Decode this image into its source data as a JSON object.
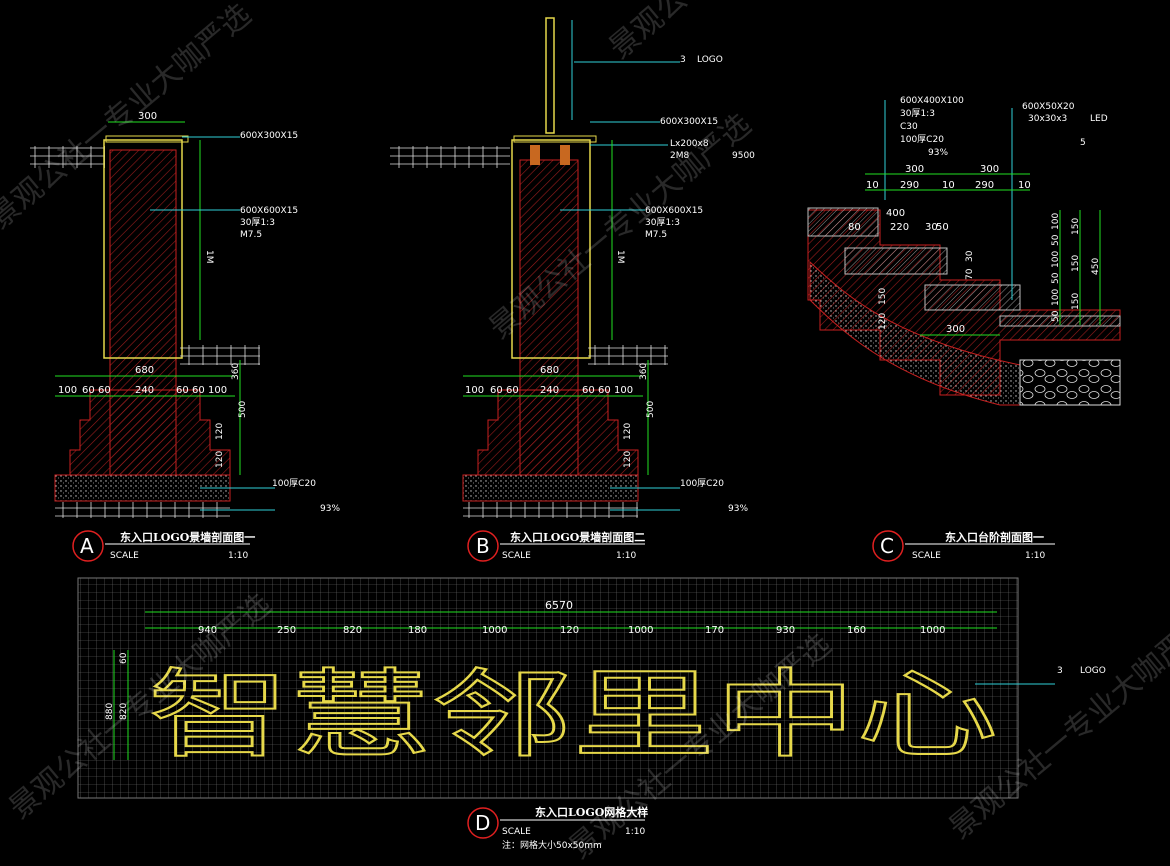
{
  "colors": {
    "background": "#000000",
    "outline_yellow": "#e6d84a",
    "dimension_green": "#22e022",
    "leader_cyan": "#2fd0d8",
    "hatch_red": "#c82020",
    "hatch_white": "#bbbbbb",
    "grid_grey": "#777777",
    "circle_red": "#e02020"
  },
  "section_a": {
    "letter": "A",
    "title": "东入口LOGO景墙剖面图一",
    "scale_label": "SCALE",
    "scale_value": "1:10",
    "top_dim": "300",
    "cap_label": "600X300X15",
    "finish_label_1": "600X600X15",
    "finish_label_2": "30厚1:3",
    "finish_label_3": "M7.5",
    "vertical_dim": "1M",
    "base_width": "680",
    "base_dims": [
      "100",
      "60",
      "60",
      "240",
      "60",
      "60",
      "100"
    ],
    "right_dims": [
      "360",
      "500",
      "120",
      "120"
    ],
    "layer_1": "100厚C20",
    "layer_2": "93%"
  },
  "section_b": {
    "letter": "B",
    "title": "东入口LOGO景墙剖面图二",
    "scale_label": "SCALE",
    "scale_value": "1:10",
    "logo_label": "3",
    "logo_label_2": "LOGO",
    "cap_label": "600X300X15",
    "bolt_label_1": "Lx200x8",
    "bolt_label_2": "2M8",
    "bolt_label_3": "9500",
    "finish_label_1": "600X600X15",
    "finish_label_2": "30厚1:3",
    "finish_label_3": "M7.5",
    "vertical_dim": "1M",
    "base_width": "680",
    "base_dims": [
      "100",
      "60",
      "60",
      "240",
      "60",
      "60",
      "100"
    ],
    "right_dims": [
      "360",
      "500",
      "120",
      "120"
    ],
    "layer_1": "100厚C20",
    "layer_2": "93%"
  },
  "section_c": {
    "letter": "C",
    "title": "东入口台阶剖面图一",
    "scale_label": "SCALE",
    "scale_value": "1:10",
    "notes": [
      "600X400X100",
      "30厚1:3",
      "C30",
      "100厚C20",
      "93%"
    ],
    "right_notes": [
      "600X50X20",
      "30x30x3",
      "LED",
      "5"
    ],
    "top_dims_1": [
      "300",
      "300"
    ],
    "top_dims_2": [
      "10",
      "290",
      "10",
      "290",
      "10"
    ],
    "inner_dims": [
      "400",
      "80",
      "220",
      "30",
      "50"
    ],
    "vert_dims": [
      "100",
      "50",
      "100",
      "50",
      "100",
      "50"
    ],
    "side_dims": [
      "150",
      "150",
      "150",
      "450"
    ],
    "small_dims": [
      "30",
      "70",
      "120",
      "150"
    ],
    "tread": "300"
  },
  "section_d": {
    "letter": "D",
    "title": "东入口LOGO网格大样",
    "scale_label": "SCALE",
    "scale_value": "1:10",
    "note": "注：网格大小50x50mm",
    "total_width": "6570",
    "dims": [
      "940",
      "250",
      "820",
      "180",
      "1000",
      "120",
      "1000",
      "170",
      "930",
      "160",
      "1000"
    ],
    "left_dims": [
      "60",
      "880",
      "820"
    ],
    "logo_text": "智慧邻里中心",
    "right_notes": [
      "3",
      "LOGO"
    ]
  },
  "watermark": "景观公社一专业大咖严选"
}
